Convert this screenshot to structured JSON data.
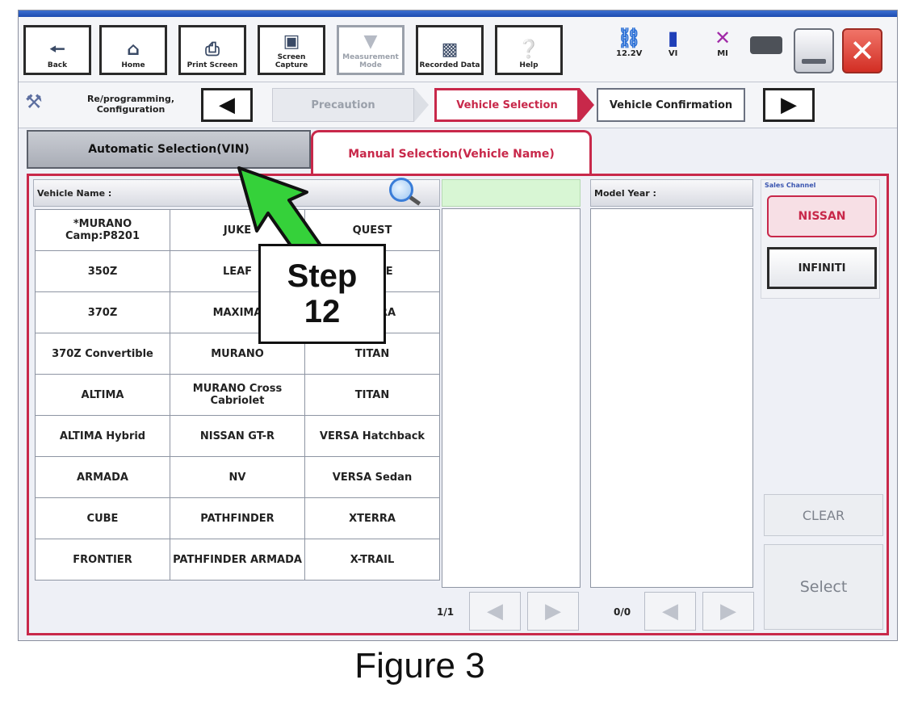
{
  "toolbar": {
    "back": "Back",
    "home": "Home",
    "print": "Print Screen",
    "screen_capture": "Screen Capture",
    "measurement": "Measurement Mode",
    "recorded": "Recorded Data",
    "help": "Help",
    "voltage": "12.2V",
    "vi": "VI",
    "mi": "MI"
  },
  "nav": {
    "section_line1": "Re/programming,",
    "section_line2": "Configuration",
    "steps": [
      "Precaution",
      "Vehicle Selection",
      "Vehicle Confirmation"
    ]
  },
  "tabs": {
    "automatic": "Automatic Selection(VIN)",
    "manual": "Manual Selection(Vehicle Name)"
  },
  "vehicle_list": {
    "header": "Vehicle Name :",
    "rows": [
      [
        "*MURANO Camp:P8201",
        "JUKE",
        "QUEST"
      ],
      [
        "350Z",
        "LEAF",
        "ROGUE"
      ],
      [
        "370Z",
        "MAXIMA",
        "SENTRA"
      ],
      [
        "370Z Convertible",
        "MURANO",
        "TITAN"
      ],
      [
        "ALTIMA",
        "MURANO Cross Cabriolet",
        "TITAN"
      ],
      [
        "ALTIMA Hybrid",
        "NISSAN GT-R",
        "VERSA Hatchback"
      ],
      [
        "ARMADA",
        "NV",
        "VERSA Sedan"
      ],
      [
        "CUBE",
        "PATHFINDER",
        "XTERRA"
      ],
      [
        "FRONTIER",
        "PATHFINDER ARMADA",
        "X-TRAIL"
      ]
    ],
    "page": "1/1"
  },
  "model_year": {
    "header": "Model Year :",
    "page": "0/0"
  },
  "sales_channel": {
    "label": "Sales Channel",
    "options": [
      "NISSAN",
      "INFINITI"
    ],
    "selected": "NISSAN"
  },
  "buttons": {
    "clear": "CLEAR",
    "select": "Select"
  },
  "callout": {
    "line1": "Step",
    "line2": "12"
  },
  "caption": "Figure 3",
  "colors": {
    "accent": "#c8284a",
    "arrow": "#35d13a",
    "close": "#e0443c"
  }
}
